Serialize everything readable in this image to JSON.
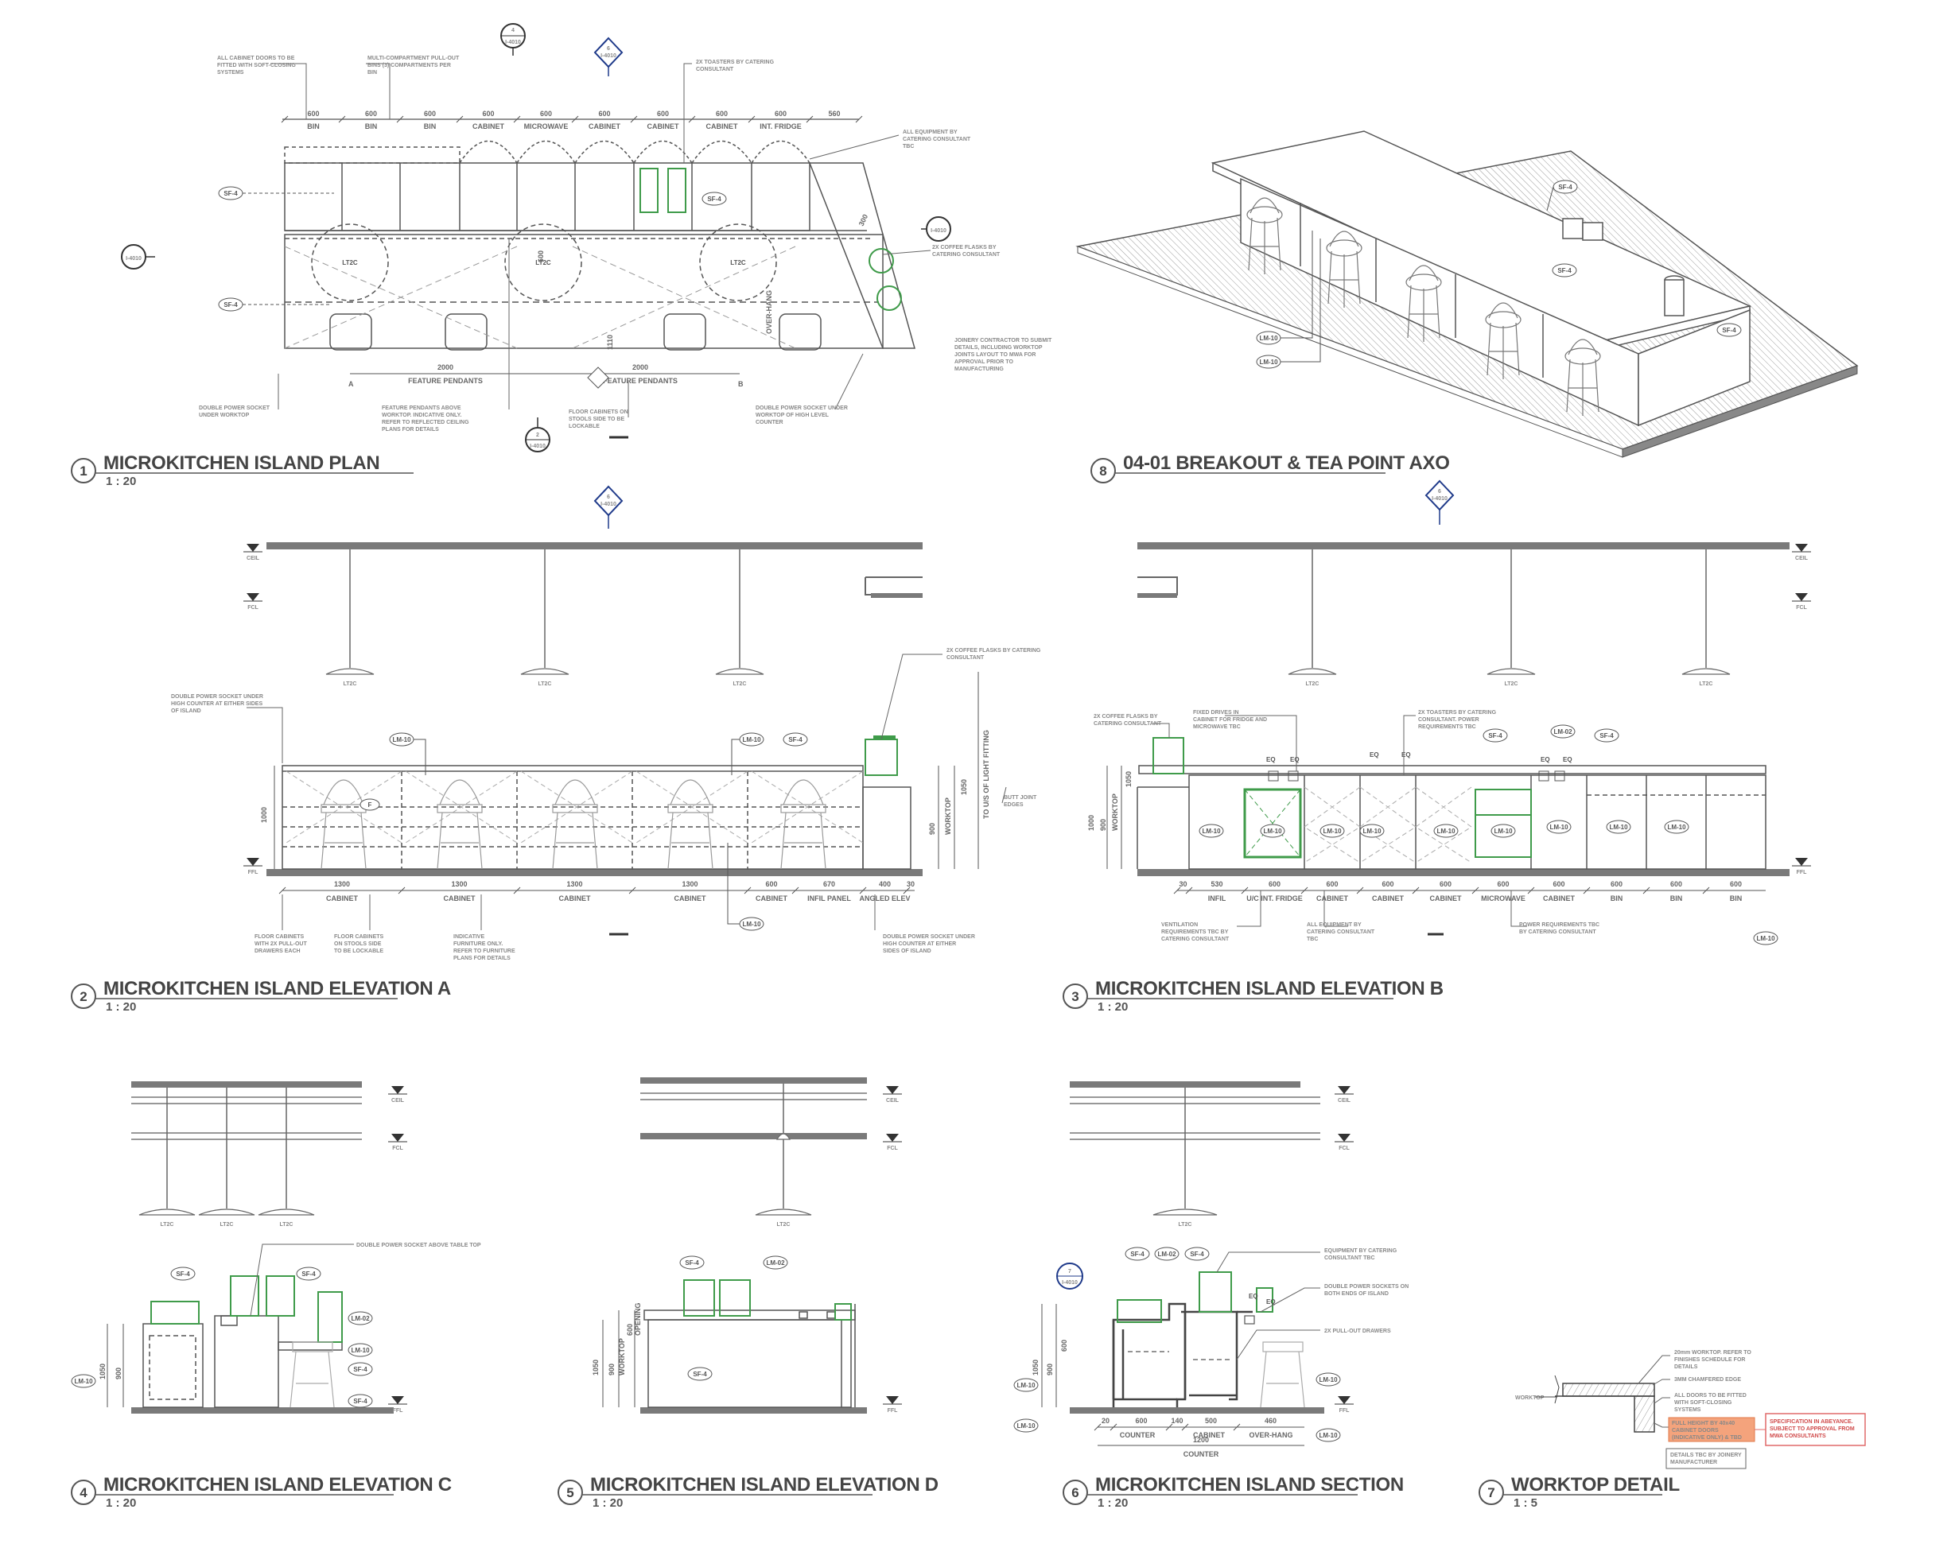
{
  "colors": {
    "line": "#5a5a5a",
    "slab": "#7a7a7a",
    "green": "#3f9b4a",
    "orange": "#f4a37c",
    "callout": "#1f3a8a"
  },
  "views": {
    "v1": {
      "num": "1",
      "title": "MICROKITCHEN ISLAND PLAN",
      "scale": "1 : 20"
    },
    "v2": {
      "num": "2",
      "title": "MICROKITCHEN ISLAND ELEVATION A",
      "scale": "1 : 20"
    },
    "v3": {
      "num": "3",
      "title": "MICROKITCHEN ISLAND ELEVATION B",
      "scale": "1 : 20"
    },
    "v4": {
      "num": "4",
      "title": "MICROKITCHEN ISLAND ELEVATION C",
      "scale": "1 : 20"
    },
    "v5": {
      "num": "5",
      "title": "MICROKITCHEN ISLAND ELEVATION D",
      "scale": "1 : 20"
    },
    "v6": {
      "num": "6",
      "title": "MICROKITCHEN ISLAND SECTION",
      "scale": "1 : 20"
    },
    "v7": {
      "num": "7",
      "title": "WORKTOP DETAIL",
      "scale": "1 : 5"
    },
    "v8": {
      "num": "8",
      "title": "04-01 BREAKOUT & TEA POINT AXO",
      "scale": ""
    }
  },
  "plan": {
    "dims": [
      "600",
      "600",
      "600",
      "600",
      "600",
      "600",
      "600",
      "600",
      "600",
      "560"
    ],
    "cells": [
      "BIN",
      "BIN",
      "BIN",
      "CABINET",
      "MICROWAVE",
      "CABINET",
      "CABINET",
      "CABINET",
      "INT. FRIDGE"
    ],
    "dims2": [
      "2000",
      "2000"
    ],
    "bottom": [
      "FEATURE PENDANTS",
      "FEATURE PENDANTS"
    ],
    "vertical": [
      "1110",
      "600",
      "OVER-HANG",
      "300"
    ],
    "pendant": "LT2C",
    "tags": [
      "SF-4",
      "SF-4",
      "SF-4"
    ],
    "callouts": [
      "I-4010",
      "I-4010",
      "I-4010",
      "I-4010",
      "I-4010"
    ],
    "marks": [
      "A",
      "B"
    ],
    "notes": [
      "ALL CABINET DOORS TO BE FITTED WITH SOFT-CLOSING SYSTEMS",
      "MULTI-COMPARTMENT PULL-OUT BINS (3) COMPARTMENTS PER BIN",
      "2X TOASTERS BY CATERING CONSULTANT",
      "ALL EQUIPMENT BY CATERING CONSULTANT TBC",
      "2X COFFEE FLASKS BY CATERING CONSULTANT",
      "JOINERY CONTRACTOR TO SUBMIT DETAILS, INCLUDING WORKTOP JOINTS LAYOUT TO MWA FOR APPROVAL PRIOR TO MANUFACTURING",
      "DOUBLE POWER SOCKET UNDER WORKTOP",
      "FEATURE PENDANTS ABOVE WORKTOP. INDICATIVE ONLY. REFER TO REFLECTED CEILING PLANS FOR DETAILS",
      "FLOOR CABINETS ON STOOLS SIDE TO BE LOCKABLE",
      "DOUBLE POWER SOCKET UNDER WORKTOP OF HIGH LEVEL COUNTER"
    ]
  },
  "elevA": {
    "dims": [
      "1300",
      "1300",
      "1300",
      "1300",
      "600",
      "670",
      "400",
      "30"
    ],
    "labels": [
      "CABINET",
      "CABINET",
      "CABINET",
      "CABINET",
      "CABINET",
      "INFIL PANEL",
      "ANGLED ELEV"
    ],
    "levels": [
      "CEIL",
      "FCL",
      "FFL"
    ],
    "vertical": [
      "1000",
      "900",
      "WORKTOP",
      "1050",
      "TO U/S OF LIGHT FITTING"
    ],
    "pendant": "LT2C",
    "tags": [
      "LM-10",
      "LM-10",
      "SF-4",
      "LM-10",
      "F"
    ],
    "notes": [
      "DOUBLE POWER SOCKET UNDER HIGH COUNTER AT EITHER SIDES OF ISLAND",
      "2X COFFEE FLASKS BY CATERING CONSULTANT",
      "BUTT JOINT EDGES",
      "FLOOR CABINETS WITH 2X PULL-OUT DRAWERS EACH",
      "FLOOR CABINETS ON STOOLS SIDE TO BE LOCKABLE",
      "INDICATIVE FURNITURE ONLY. REFER TO FURNITURE PLANS FOR DETAILS",
      "DOUBLE POWER SOCKET UNDER HIGH COUNTER AT EITHER SIDES OF ISLAND"
    ]
  },
  "elevB": {
    "dims": [
      "30",
      "530",
      "600",
      "600",
      "600",
      "600",
      "600",
      "600",
      "600",
      "600",
      "600"
    ],
    "labels": [
      "INFIL",
      "U/C INT. FRIDGE",
      "CABINET",
      "CABINET",
      "CABINET",
      "MICROWAVE",
      "CABINET",
      "BIN",
      "BIN",
      "BIN"
    ],
    "levels": [
      "CEIL",
      "FCL",
      "FFL"
    ],
    "vertical": [
      "1000",
      "900",
      "WORKTOP",
      "1050"
    ],
    "eq": [
      "EQ",
      "EQ",
      "EQ",
      "EQ",
      "EQ",
      "EQ"
    ],
    "pendant": "LT2C",
    "tags": [
      "LM-10",
      "LM-10",
      "LM-10",
      "LM-10",
      "LM-10",
      "LM-10",
      "LM-10",
      "LM-10",
      "LM-10",
      "LM-02",
      "SF-4",
      "SF-4",
      "LM-10"
    ],
    "notes": [
      "2X COFFEE FLASKS BY CATERING CONSULTANT",
      "FIXED DRIVES IN CABINET FOR FRIDGE AND MICROWAVE TBC",
      "2X TOASTERS BY CATERING CONSULTANT. POWER REQUIREMENTS TBC",
      "VENTILATION REQUIREMENTS TBC BY CATERING CONSULTANT",
      "ALL EQUIPMENT BY CATERING CONSULTANT TBC",
      "POWER REQUIREMENTS TBC BY CATERING CONSULTANT"
    ]
  },
  "elevC": {
    "levels": [
      "CEIL",
      "FCL",
      "FFL"
    ],
    "vertical": [
      "1050",
      "900"
    ],
    "pendant": "LT2C",
    "tags": [
      "SF-4",
      "SF-4",
      "LM-02",
      "LM-10",
      "SF-4",
      "SF-4",
      "LM-10"
    ],
    "notes": [
      "DOUBLE POWER SOCKET ABOVE TABLE TOP"
    ]
  },
  "elevD": {
    "levels": [
      "CEIL",
      "FCL",
      "FFL"
    ],
    "vertical": [
      "1050",
      "900",
      "WORKTOP",
      "600",
      "OPENING"
    ],
    "pendant": "LT2C",
    "tags": [
      "SF-4",
      "LM-02",
      "SF-4"
    ]
  },
  "section": {
    "levels": [
      "CEIL",
      "FCL",
      "FFL"
    ],
    "vertical": [
      "1050",
      "900",
      "600"
    ],
    "pendant": "LT2C",
    "dims": [
      "20",
      "600",
      "140",
      "500",
      "460"
    ],
    "dims2": [
      "1200"
    ],
    "labels": [
      "COUNTER",
      "CABINET",
      "OVER-HANG",
      "COUNTER"
    ],
    "eq": [
      "EQ",
      "EQ"
    ],
    "tags": [
      "SF-4",
      "LM-02",
      "SF-4",
      "LM-10",
      "LM-10",
      "LM-10",
      "LM-10"
    ],
    "callout": "I-4010",
    "notes": [
      "EQUIPMENT BY CATERING CONSULTANT TBC",
      "DOUBLE POWER SOCKETS ON BOTH ENDS OF ISLAND",
      "2X PULL-OUT DRAWERS"
    ]
  },
  "worktop": {
    "label": "WORKTOP",
    "notes": [
      "20mm WORKTOP. REFER TO FINISHES SCHEDULE FOR DETAILS",
      "3MM CHAMFERED EDGE",
      "ALL DOORS TO BE FITTED WITH SOFT-CLOSING SYSTEMS",
      "FULL HEIGHT BY 40x40 CABINET DOORS (INDICATIVE ONLY) & TBD",
      "DETAILS TBC BY JOINERY MANUFACTURER"
    ],
    "highlight": "SPECIFICATION IN ABEYANCE. SUBJECT TO APPROVAL FROM MWA CONSULTANTS"
  },
  "axo": {
    "tags": [
      "SF-4",
      "SF-4",
      "SF-4",
      "LM-10",
      "LM-10"
    ]
  }
}
